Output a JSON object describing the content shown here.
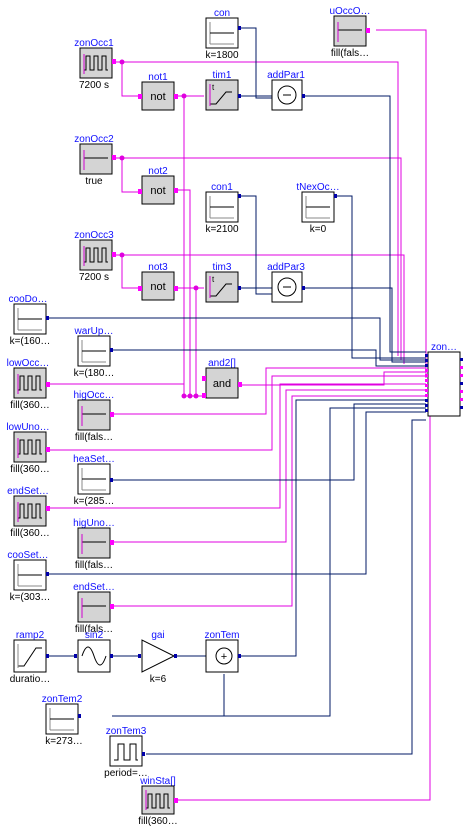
{
  "blocks": [
    {
      "id": "zonOcc1",
      "name": "zonOcc1",
      "param": "7200 s",
      "icon": "pulse-boolean-icon"
    },
    {
      "id": "zonOcc2",
      "name": "zonOcc2",
      "param": "true",
      "icon": "boolean-constant-icon"
    },
    {
      "id": "zonOcc3",
      "name": "zonOcc3",
      "param": "7200 s",
      "icon": "pulse-boolean-icon"
    },
    {
      "id": "con",
      "name": "con",
      "param": "k=1800",
      "icon": "real-constant-icon"
    },
    {
      "id": "uOccO",
      "name": "uOccO…",
      "param": "fill(fals…",
      "icon": "boolean-constant-icon"
    },
    {
      "id": "not1",
      "name": "not1",
      "param": "",
      "icon": "not-gate-icon",
      "text": "not"
    },
    {
      "id": "tim1",
      "name": "tim1",
      "param": "",
      "icon": "timer-icon"
    },
    {
      "id": "addPar1",
      "name": "addPar1",
      "param": "",
      "icon": "add-parameter-icon"
    },
    {
      "id": "not2",
      "name": "not2",
      "param": "",
      "icon": "not-gate-icon",
      "text": "not"
    },
    {
      "id": "con1",
      "name": "con1",
      "param": "k=2100",
      "icon": "real-constant-icon"
    },
    {
      "id": "tNexOc",
      "name": "tNexOc…",
      "param": "k=0",
      "icon": "real-constant-icon"
    },
    {
      "id": "not3",
      "name": "not3",
      "param": "",
      "icon": "not-gate-icon",
      "text": "not"
    },
    {
      "id": "tim3",
      "name": "tim3",
      "param": "",
      "icon": "timer-icon"
    },
    {
      "id": "addPar3",
      "name": "addPar3",
      "param": "",
      "icon": "add-parameter-icon"
    },
    {
      "id": "cooDo",
      "name": "cooDo…",
      "param": "k=(160…",
      "icon": "real-constant-icon"
    },
    {
      "id": "warUp",
      "name": "warUp…",
      "param": "k=(180…",
      "icon": "real-constant-icon"
    },
    {
      "id": "zon",
      "name": "zon…",
      "param": "",
      "icon": "controller-icon"
    },
    {
      "id": "lowOcc",
      "name": "lowOcc…",
      "param": "fill(360…",
      "icon": "pulse-boolean-icon"
    },
    {
      "id": "and2",
      "name": "and2[]",
      "param": "",
      "icon": "and-gate-icon",
      "text": "and"
    },
    {
      "id": "higOcc",
      "name": "higOcc…",
      "param": "fill(fals…",
      "icon": "boolean-constant-icon"
    },
    {
      "id": "lowUno",
      "name": "lowUno…",
      "param": "fill(360…",
      "icon": "pulse-boolean-icon"
    },
    {
      "id": "heaSet",
      "name": "heaSet…",
      "param": "k=(285…",
      "icon": "real-constant-icon"
    },
    {
      "id": "endSet1",
      "name": "endSet…",
      "param": "fill(360…",
      "icon": "pulse-boolean-icon"
    },
    {
      "id": "higUno",
      "name": "higUno…",
      "param": "fill(fals…",
      "icon": "boolean-constant-icon"
    },
    {
      "id": "cooSet",
      "name": "cooSet…",
      "param": "k=(303…",
      "icon": "real-constant-icon"
    },
    {
      "id": "endSet2",
      "name": "endSet…",
      "param": "fill(fals…",
      "icon": "boolean-constant-icon"
    },
    {
      "id": "ramp2",
      "name": "ramp2",
      "param": "duratio…",
      "icon": "ramp-icon"
    },
    {
      "id": "sin2",
      "name": "sin2",
      "param": "",
      "icon": "sine-icon"
    },
    {
      "id": "gai",
      "name": "gai",
      "param": "k=6",
      "icon": "gain-icon"
    },
    {
      "id": "zonTem",
      "name": "zonTem",
      "param": "",
      "icon": "add-icon",
      "text": "+"
    },
    {
      "id": "zonTem2",
      "name": "zonTem2",
      "param": "k=273…",
      "icon": "real-constant-icon"
    },
    {
      "id": "zonTem3",
      "name": "zonTem3",
      "param": "period=…",
      "icon": "pulse-icon"
    },
    {
      "id": "winSta",
      "name": "winSta[]",
      "param": "fill(360…",
      "icon": "pulse-boolean-icon"
    }
  ],
  "colors": {
    "boolean_wire": "#e000e0",
    "real_wire": "#001a66",
    "block_name": "#1010ff",
    "boolean_port": "#ff00ff",
    "real_port": "#0000aa"
  }
}
